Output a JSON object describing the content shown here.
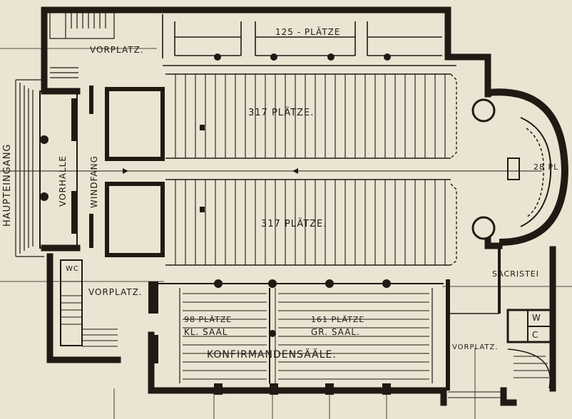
{
  "labels": {
    "entrance": "HAUPTEINGANG",
    "porch": "VORHALLE",
    "windbreak": "WINDFANG",
    "forecourt_top": "VORPLATZ.",
    "gallery_seats": "125 - PLÄTZE",
    "nave_seats_upper": "317 PLÄTZE.",
    "nave_seats_lower": "317 PLÄTZE.",
    "forecourt_left": "VORPLATZ.",
    "vestibule_wc": "WC",
    "small_hall_seats": "98 PLÄTZE",
    "small_hall": "KL. SAAL",
    "large_hall_seats": "161 PLÄTZE",
    "large_hall": "GR. SAAL.",
    "confirmation_rooms": "KONFIRMANDENSÄÄLE.",
    "apse_seats": "28 PL",
    "sacristy": "SACRISTEI",
    "forecourt_right": "VORPLATZ.",
    "room_w": "W",
    "room_c": "C"
  },
  "colors": {
    "paper": "#ebe4d2",
    "ink": "#1f1a14"
  }
}
